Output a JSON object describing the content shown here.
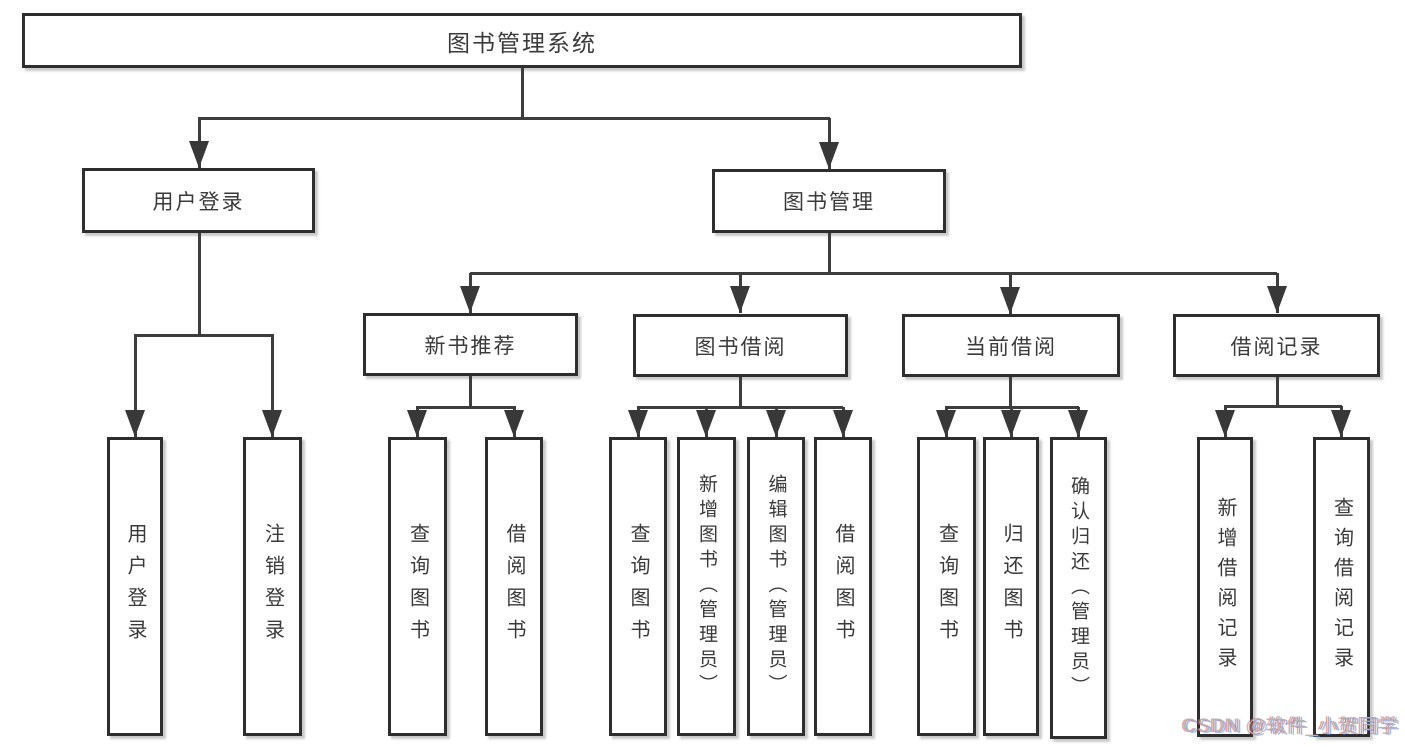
{
  "diagram": {
    "title": "图书管理系统",
    "type": "function-structure-tree"
  },
  "nodes": {
    "root": {
      "label": "图书管理系统"
    },
    "branches": [
      {
        "label": "用户登录"
      },
      {
        "label": "图书管理"
      }
    ],
    "modules": [
      {
        "label": "新书推荐"
      },
      {
        "label": "图书借阅"
      },
      {
        "label": "当前借阅"
      },
      {
        "label": "借阅记录"
      }
    ],
    "leaves": [
      {
        "label": "用户登录",
        "parent": "用户登录"
      },
      {
        "label": "注销登录",
        "parent": "用户登录"
      },
      {
        "label": "查询图书",
        "parent": "新书推荐"
      },
      {
        "label": "借阅图书",
        "parent": "新书推荐"
      },
      {
        "label": "查询图书",
        "parent": "图书借阅"
      },
      {
        "label": "新增图书（管理员）",
        "parent": "图书借阅"
      },
      {
        "label": "编辑图书（管理员）",
        "parent": "图书借阅"
      },
      {
        "label": "借阅图书",
        "parent": "图书借阅"
      },
      {
        "label": "查询图书",
        "parent": "当前借阅"
      },
      {
        "label": "归还图书",
        "parent": "当前借阅"
      },
      {
        "label": "确认归还（管理员）",
        "parent": "当前借阅"
      },
      {
        "label": "新增借阅记录",
        "parent": "借阅记录"
      },
      {
        "label": "查询借阅记录",
        "parent": "借阅记录"
      }
    ]
  },
  "watermark": {
    "text": "CSDN @软件_小贺同学"
  },
  "colors": {
    "background": "#ffffff",
    "line": "#3d3d3d",
    "box_border": "#2e2e2e",
    "text": "#3a3a3a",
    "watermark": "#b3b3b3",
    "watermark_fringe_red": "#e15a5a",
    "watermark_fringe_blue": "#5f82e1"
  }
}
